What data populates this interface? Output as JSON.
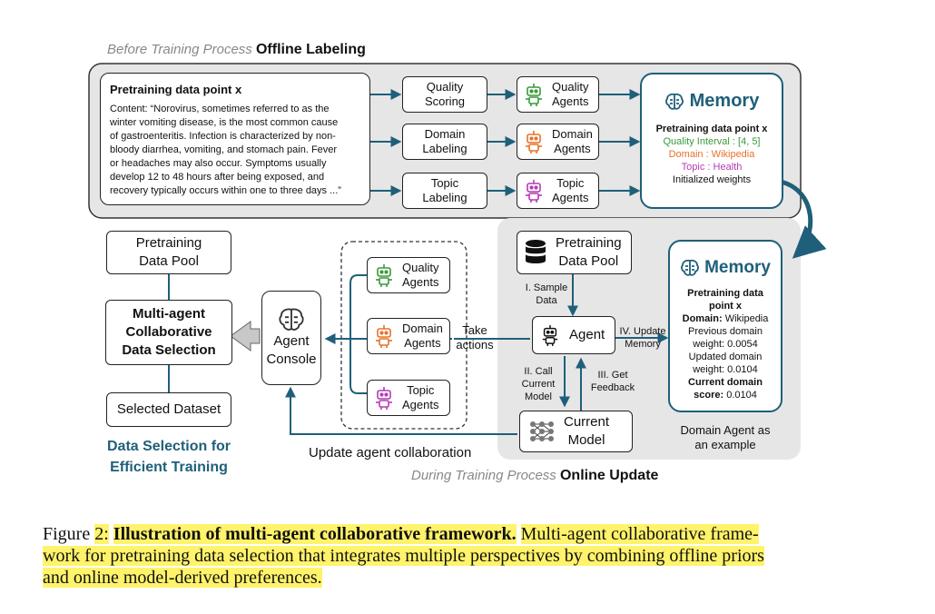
{
  "offline": {
    "header_prefix": "Before Training Process",
    "header_title": "Offline Labeling",
    "data_point": {
      "title": "Pretraining data point x",
      "content_lines": [
        "Content: “Norovirus, sometimes referred to as the",
        "winter vomiting disease, is the most common cause",
        "of gastroenteritis. Infection is characterized by non-",
        "bloody diarrhea, vomiting, and stomach pain. Fever",
        "or headaches may also occur. Symptoms usually",
        "develop 12 to 48 hours after being exposed, and",
        "recovery typically occurs within one to three days ...”"
      ]
    },
    "tasks": [
      {
        "line1": "Quality",
        "line2": "Scoring",
        "agent1": "Quality",
        "agent2": "Agents"
      },
      {
        "line1": "Domain",
        "line2": "Labeling",
        "agent1": "Domain",
        "agent2": "Agents"
      },
      {
        "line1": "Topic",
        "line2": "Labeling",
        "agent1": "Topic",
        "agent2": "Agents"
      }
    ],
    "memory": {
      "title": "Memory",
      "point": "Pretraining data point x",
      "quality": "Quality Interval : [4, 5]",
      "domain": "Domain : Wikipedia",
      "topic": "Topic : Health",
      "weights": "Initialized weights"
    }
  },
  "selection": {
    "pool_line1": "Pretraining",
    "pool_line2": "Data Pool",
    "mac_line1": "Multi-agent",
    "mac_line2": "Collaborative",
    "mac_line3": "Data Selection",
    "selected": "Selected Dataset",
    "footer_line1": "Data Selection for",
    "footer_line2": "Efficient Training"
  },
  "console": {
    "line1": "Agent",
    "line2": "Console",
    "agents": [
      {
        "line1": "Quality",
        "line2": "Agents"
      },
      {
        "line1": "Domain",
        "line2": "Agents"
      },
      {
        "line1": "Topic",
        "line2": "Agents"
      }
    ],
    "take_actions_line1": "Take",
    "take_actions_line2": "actions",
    "update_label": "Update agent collaboration"
  },
  "online": {
    "footer_prefix": "During Training Process",
    "footer_title": "Online Update",
    "pool_line1": "Pretraining",
    "pool_line2": "Data Pool",
    "step1_line1": "I. Sample",
    "step1_line2": "Data",
    "agent": "Agent",
    "step4_line1": "IV. Update",
    "step4_line2": "Memory",
    "step2_line1": "II. Call",
    "step2_line2": "Current",
    "step2_line3": "Model",
    "step3_line1": "III. Get",
    "step3_line2": "Feedback",
    "model_line1": "Current",
    "model_line2": "Model",
    "memory": {
      "title": "Memory",
      "point_line1": "Pretraining data",
      "point_line2": "point x",
      "domain_label": "Domain:",
      "domain_value": "Wikipedia",
      "prev_line1": "Previous domain",
      "prev_line2": "weight: 0.0054",
      "upd_line1": "Updated domain",
      "upd_line2": "weight: 0.0104",
      "score_line1": "Current domain",
      "score_label": "score:",
      "score_value": "0.0104"
    },
    "example_line1": "Domain Agent as",
    "example_line2": "an example"
  },
  "caption": {
    "figure_word": "Figure",
    "figure_num": "2:",
    "bold_title": "Illustration of multi-agent collaborative framework.",
    "text_part1": "Multi-agent collaborative frame-",
    "text_part2": "work for pretraining data selection that integrates multiple perspectives by combining offline priors",
    "text_part3": "and online model-derived preferences."
  },
  "colors": {
    "quality": "#3a9a3a",
    "domain": "#e8722a",
    "topic": "#b43cb4",
    "accent": "#1f5f7a",
    "panel": "#e6e6e6",
    "highlight": "#fff36b"
  },
  "icons": [
    "robot-icon",
    "brain-icon",
    "database-icon",
    "neural-network-icon",
    "arrow-left-icon"
  ]
}
